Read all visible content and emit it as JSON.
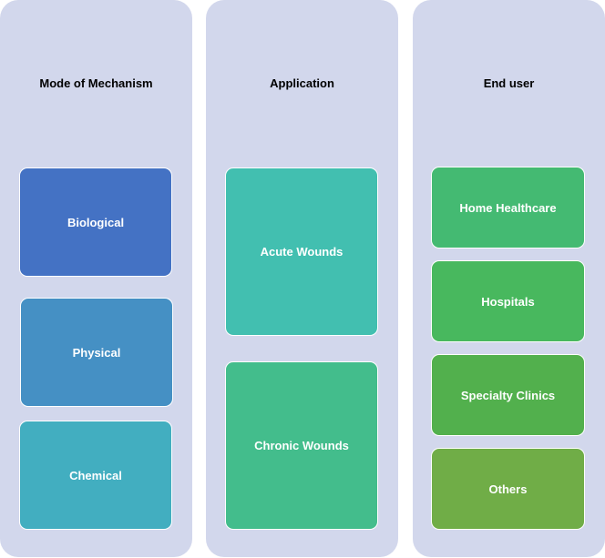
{
  "columns": [
    {
      "title": "Mode of Mechanism",
      "items": [
        {
          "label": "Biological",
          "color": "#4472c4"
        },
        {
          "label": "Physical",
          "color": "#4590c4"
        },
        {
          "label": "Chemical",
          "color": "#42aec0"
        }
      ]
    },
    {
      "title": "Application",
      "items": [
        {
          "label": "Acute Wounds",
          "color": "#42bfb0"
        },
        {
          "label": "Chronic Wounds",
          "color": "#43bd8c"
        }
      ]
    },
    {
      "title": "End user",
      "items": [
        {
          "label": "Home Healthcare",
          "color": "#44ba72"
        },
        {
          "label": "Hospitals",
          "color": "#48b85e"
        },
        {
          "label": "Specialty Clinics",
          "color": "#52b04d"
        },
        {
          "label": "Others",
          "color": "#70ad47"
        }
      ]
    }
  ]
}
